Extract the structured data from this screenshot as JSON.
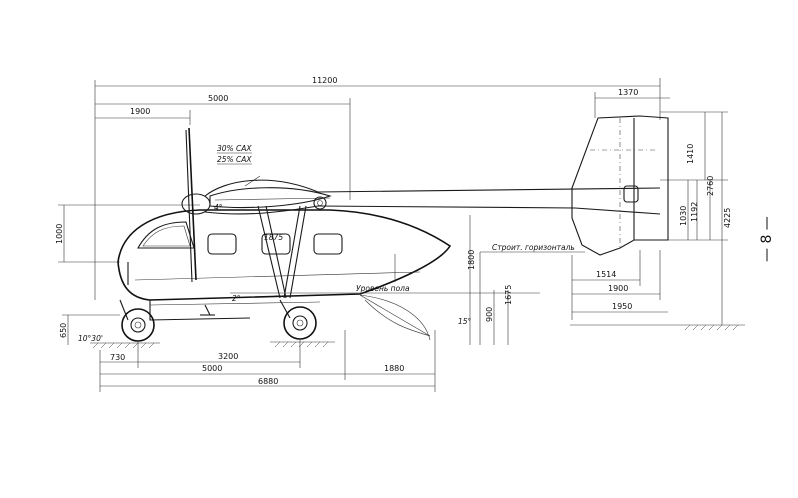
{
  "dimensions": {
    "overall_length": "11200",
    "fwd_to_cg": "5000",
    "nose_to_prop": "1900",
    "tail_chord": "1370",
    "fin_height": "1410",
    "fin_top": "2760",
    "fin_mid": "1192",
    "fin_low": "1030",
    "total_height": "4225",
    "cabin_height": "1000",
    "fuselage_depth": "1800",
    "floor_height": "900",
    "gear_height": "1675",
    "ground_clear": "650",
    "nose_wheel_off": "730",
    "wheelbase": "3200",
    "main_to_cg": "5000",
    "main_to_tail": "1880",
    "total_lower": "6880",
    "stab_span_1": "1514",
    "stab_span_2": "1900",
    "stab_span_3": "1950"
  },
  "angles": {
    "wing_incidence": "4°",
    "floor_angle": "2°",
    "nose_gear_angle": "10°30'",
    "tail_angle": "15°"
  },
  "labels": {
    "mac_30": "30% САХ",
    "mac_25": "25% САХ",
    "horizontal_line": "Строит. горизонталь",
    "floor_level": "Уровень пола",
    "strut_tag": "1875"
  },
  "page_number": "— 8 —"
}
